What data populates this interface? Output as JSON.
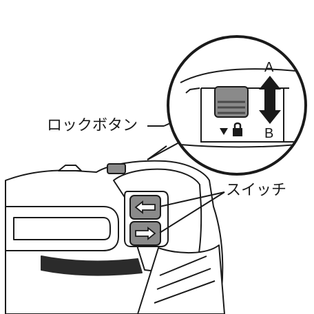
{
  "labels": {
    "lock_button": "ロックボタン",
    "switch": "スイッチ",
    "direction_a": "A",
    "direction_b": "B"
  },
  "colors": {
    "line": "#1a1a1a",
    "body_fill": "#ffffff",
    "button_gray": "#8a8a8a",
    "dark_gray": "#4a4a4a",
    "shadow": "#2b2b2b"
  },
  "icons": {
    "arrow_updown": "double-arrow-vertical",
    "lock_symbol": "padlock",
    "triangle_marker": "down-triangle"
  }
}
